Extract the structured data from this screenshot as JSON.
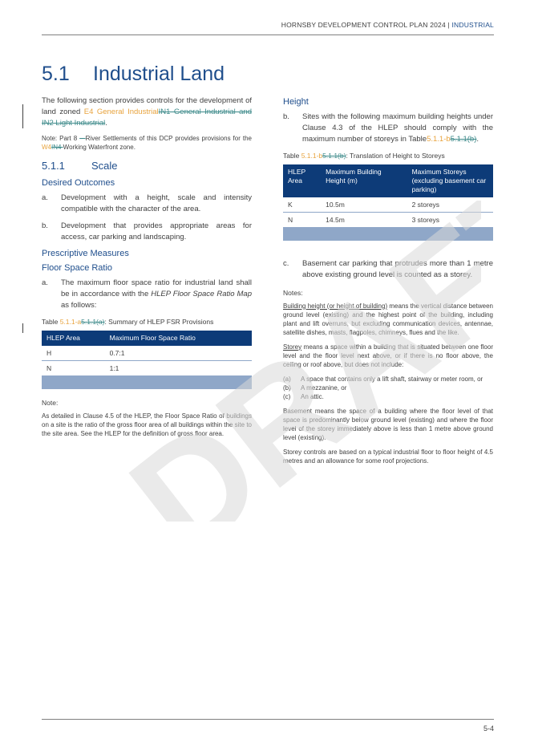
{
  "header": {
    "prefix": "HORNSBY DEVELOPMENT CONTROL PLAN 2024 |",
    "accent": " INDUSTRIAL"
  },
  "footer": {
    "page_number": "5-4"
  },
  "watermark": {
    "text": "DRAFT"
  },
  "section": {
    "number": "5.1",
    "title": "Industrial Land"
  },
  "intro": {
    "text_1": "The following section provides controls for the development of land zoned ",
    "zone_inserted": "E4 General Industrial",
    "zone_deleted": "IN1 General Industrial and IN2 Light Industrial",
    "text_end": "."
  },
  "note_intro": {
    "text_1": "Note: Part 8 ",
    "deleted_1": "– ",
    "text_2": "River Settlements of this DCP provides provisions for the ",
    "inserted": "W4",
    "deleted_2": "IN4 ",
    "text_3": "Working Waterfront zone."
  },
  "scale": {
    "number": "5.1.1",
    "title": "Scale"
  },
  "desired_outcomes": {
    "heading": "Desired Outcomes",
    "items": [
      {
        "mark": "a.",
        "text": "Development with a height, scale and intensity compatible with the character of the area."
      },
      {
        "mark": "b.",
        "text": "Development that provides appropriate areas for access, car parking and landscaping."
      }
    ]
  },
  "prescriptive": {
    "heading": "Prescriptive Measures"
  },
  "floor_space": {
    "heading": "Floor Space Ratio",
    "item_mark": "a.",
    "item_text": "The maximum floor space ratio for industrial land shall be in accordance with the ",
    "item_italic": "HLEP Floor Space Ratio Map",
    "item_end": " as follows:"
  },
  "table_fsr": {
    "caption_prefix": "Table ",
    "caption_ins": "5.1.1-a",
    "caption_del": "5.1.1(a)",
    "caption_text": ": Summary of HLEP FSR Provisions",
    "headers": [
      "HLEP Area",
      "Maximum Floor Space Ratio"
    ],
    "rows": [
      [
        "H",
        "0.7:1"
      ],
      [
        "N",
        "1:1"
      ]
    ]
  },
  "fsr_note": {
    "label": "Note:",
    "text": "As detailed in Clause 4.5 of the HLEP, the Floor Space Ratio of buildings on a site is the ratio of the gross floor area of all buildings within the site to the site area. See the HLEP for the definition of gross floor area."
  },
  "height": {
    "heading": "Height",
    "item_b_mark": "b.",
    "item_b_text": "Sites with the following maximum building heights under Clause 4.3 of the HLEP should comply with the maximum number of storeys in Table",
    "item_b_ins": "5.1.1-b",
    "item_b_del": "5.1.1(b)",
    "item_b_end": "."
  },
  "table_height": {
    "caption_prefix": "Table ",
    "caption_ins": "5.1.1-b",
    "caption_del": "5.1.1(b)",
    "caption_text": ": Translation of Height to Storeys",
    "headers": [
      "HLEP Area",
      "Maximum Building Height (m)",
      "Maximum Storeys (excluding basement car parking)"
    ],
    "rows": [
      [
        "K",
        "10.5m",
        "2 storeys"
      ],
      [
        "N",
        "14.5m",
        "3 storeys"
      ]
    ]
  },
  "basement_item": {
    "mark": "c.",
    "text": "Basement car parking that protrudes more than 1 metre above existing ground level is counted as a storey."
  },
  "notes": {
    "label": "Notes:",
    "building_height_term": "Building height (or height of building)",
    "building_height_text": " means the vertical distance between ground level (existing) and the highest point of the building, including plant and lift overruns, but excluding communication devices, antennae, satellite dishes, masts, flagpoles, chimneys, flues and the like.",
    "storey_term": "Storey",
    "storey_text": " means a space within a building that is situated between one floor level and the floor level next above, or if there is no floor above, the ceiling or roof above, but does not include:",
    "storey_items": [
      {
        "mark": "(a)",
        "text": "A space that contains only a lift shaft, stairway or meter room, or"
      },
      {
        "mark": "(b)",
        "text": "A mezzanine, or"
      },
      {
        "mark": "(c)",
        "text": "An attic."
      }
    ],
    "basement_term": "Basement",
    "basement_text": " means the space of a building where the floor level of that space is predominantly below ground level (existing) and where the floor level of the storey immediately above is less than 1 metre above ground level (existing).",
    "storey_controls": "Storey controls are based on a typical industrial floor to floor height of 4.5 metres and an allowance for some roof projections."
  }
}
